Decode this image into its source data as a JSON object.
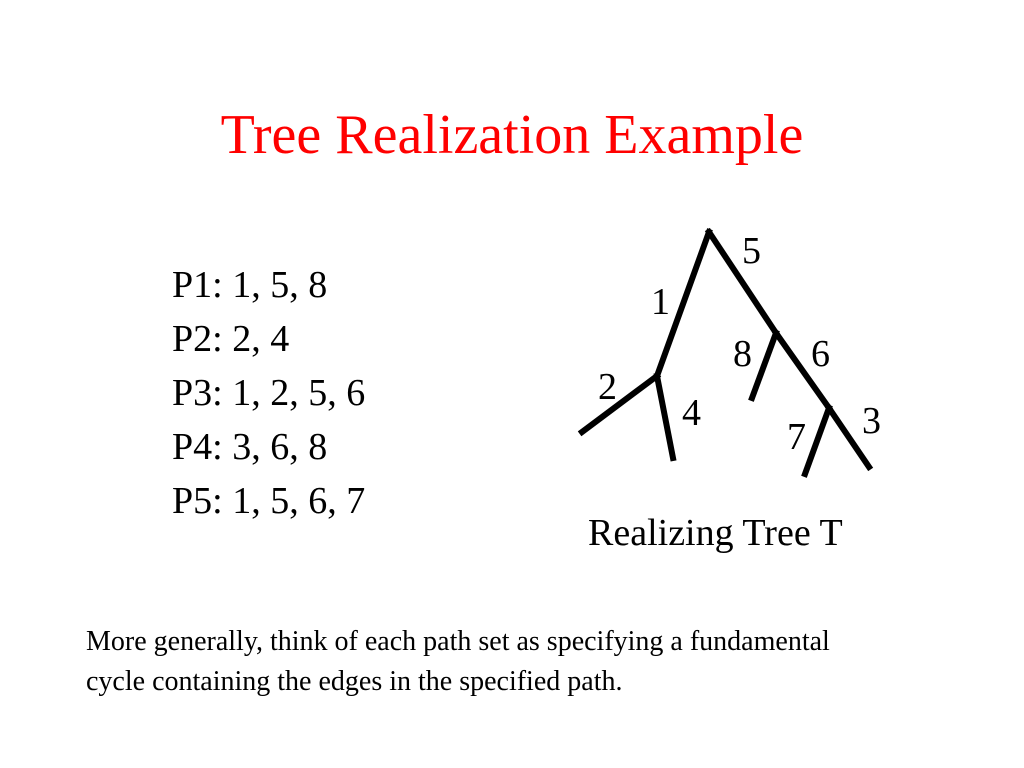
{
  "slide": {
    "title": "Tree Realization Example",
    "title_color": "#ff0000",
    "path_sets": [
      "P1: 1, 5, 8",
      "P2: 2, 4",
      "P3: 1, 2, 5, 6",
      "P4: 3, 6, 8",
      "P5: 1, 5, 6, 7"
    ],
    "tree": {
      "caption": "Realizing Tree T",
      "edge_labels": {
        "e1": "1",
        "e2": "2",
        "e3": "3",
        "e4": "4",
        "e5": "5",
        "e6": "6",
        "e7": "7",
        "e8": "8"
      }
    },
    "note": {
      "line1": "More generally, think of each path set as specifying a fundamental",
      "line2": "cycle containing the edges in the specified path."
    }
  }
}
